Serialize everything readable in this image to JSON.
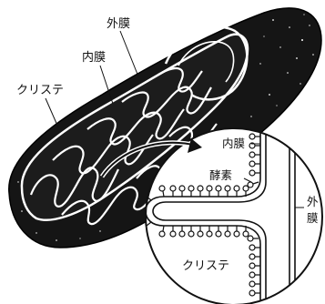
{
  "labels": {
    "outer_membrane": "外膜",
    "inner_membrane": "内膜",
    "cristae": "クリステ",
    "inset_inner_membrane": "内膜",
    "inset_enzyme": "酵素",
    "inset_outer_membrane_top": "外",
    "inset_outer_membrane_bottom": "膜",
    "inset_cristae": "クリステ"
  },
  "colors": {
    "body": "#151515",
    "ink": "#111111",
    "paper": "#ffffff"
  }
}
